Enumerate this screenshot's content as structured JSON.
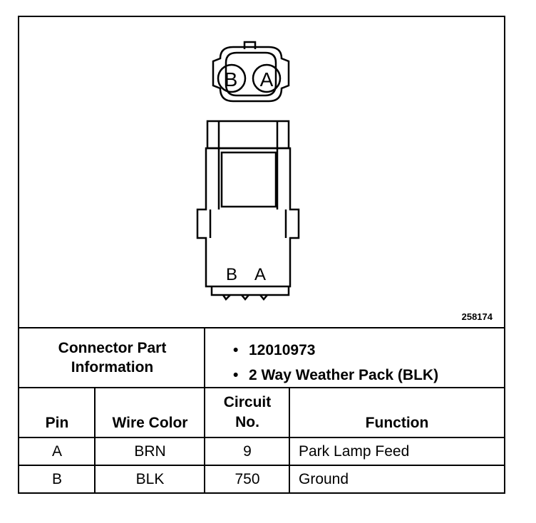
{
  "figure_number": "258174",
  "connector_pins": [
    "B",
    "A"
  ],
  "connector_info": {
    "label": "Connector Part Information",
    "items": [
      "12010973",
      "2 Way Weather Pack (BLK)"
    ],
    "bullet": "•"
  },
  "table": {
    "headers": {
      "pin": "Pin",
      "wire_color": "Wire Color",
      "circuit_line1": "Circuit",
      "circuit_line2": "No.",
      "function": "Function"
    },
    "rows": [
      {
        "pin": "A",
        "wire_color": "BRN",
        "circuit": "9",
        "function": "Park Lamp Feed"
      },
      {
        "pin": "B",
        "wire_color": "BLK",
        "circuit": "750",
        "function": "Ground"
      }
    ]
  }
}
